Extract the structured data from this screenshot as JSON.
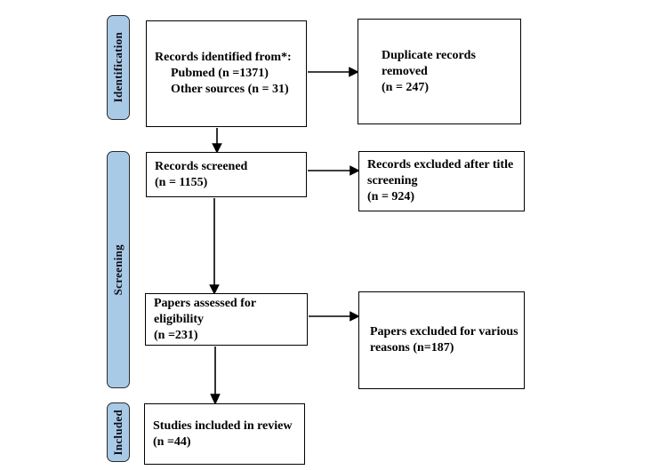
{
  "colors": {
    "stage_fill": "#a9cae7",
    "stage_border": "#2b2b2b",
    "box_border": "#000000",
    "arrow": "#000000",
    "background": "#ffffff"
  },
  "stages": [
    {
      "label": "Identification"
    },
    {
      "label": "Screening"
    },
    {
      "label": "Included"
    }
  ],
  "boxes": [
    {
      "id": "records-identified",
      "lines": [
        "Records identified from*:",
        "Pubmed (n =1371)",
        "Other sources (n = 31)"
      ]
    },
    {
      "id": "duplicates-removed",
      "lines": [
        "Duplicate records",
        "removed",
        "(n = 247)"
      ]
    },
    {
      "id": "records-screened",
      "lines": [
        "Records screened",
        "(n = 1155)"
      ]
    },
    {
      "id": "records-excluded",
      "lines": [
        "Records excluded after title",
        "screening",
        "(n = 924)"
      ]
    },
    {
      "id": "papers-assessed",
      "lines": [
        "Papers assessed for",
        "eligibility",
        "(n =231)"
      ]
    },
    {
      "id": "papers-excluded",
      "lines": [
        "Papers excluded for various",
        "reasons (n=187)"
      ]
    },
    {
      "id": "studies-included",
      "lines": [
        "Studies included in review",
        "(n =44)"
      ]
    }
  ]
}
